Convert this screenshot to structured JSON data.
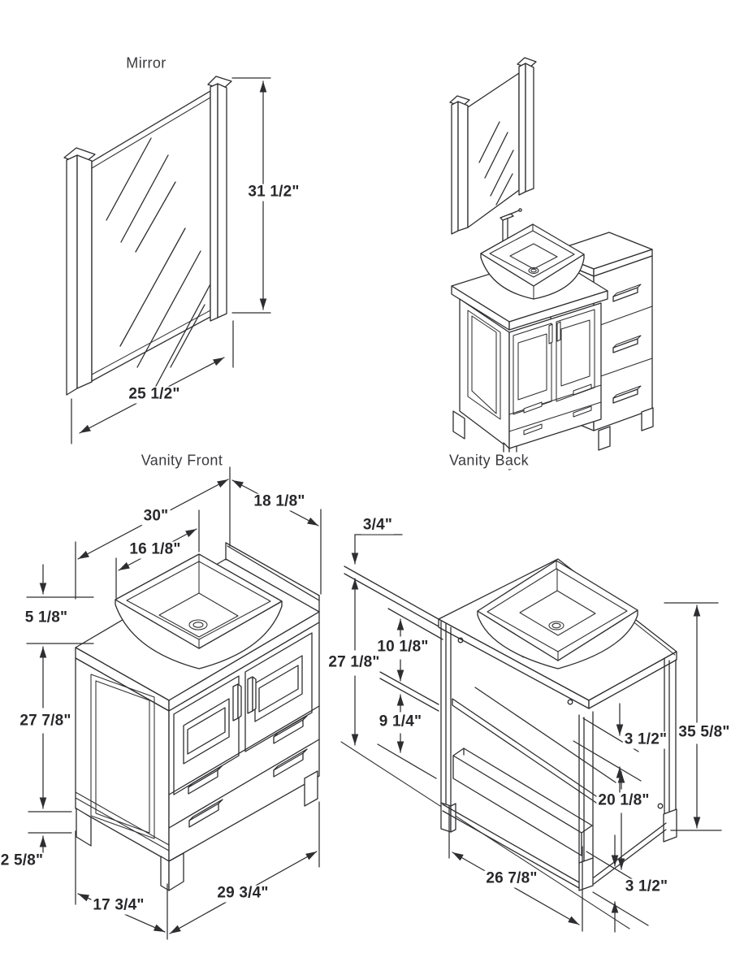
{
  "drawing": {
    "background": "#ffffff",
    "line_color": "#2e2e31",
    "text_color": "#28282b",
    "views": {
      "mirror": {
        "title": "Mirror",
        "dims": {
          "height": "31 1/2\"",
          "width": "25 1/2\""
        }
      },
      "assembled": {
        "name": "vanity-set-isometric"
      },
      "vanity_front": {
        "title": "Vanity Front",
        "dims": {
          "counter_width": "30\"",
          "counter_depth": "18 1/8\"",
          "sink_width": "16 1/8\"",
          "sink_height": "5 1/8\"",
          "cabinet_height": "27 7/8\"",
          "leg_height": "2 5/8\"",
          "base_depth": "17 3/4\"",
          "base_width": "29 3/4\""
        }
      },
      "vanity_back": {
        "title": "Vanity Back",
        "dims": {
          "counter_thickness": "3/4\"",
          "back_opening_height": "27 1/8\"",
          "upper_opening": "10 1/8\"",
          "lower_opening": "9 1/4\"",
          "apron_height": "3 1/2\"",
          "total_height": "35 5/8\"",
          "back_panel_height": "20 1/8\"",
          "back_width": "26 7/8\"",
          "toe_kick_height": "3 1/2\""
        }
      }
    }
  }
}
